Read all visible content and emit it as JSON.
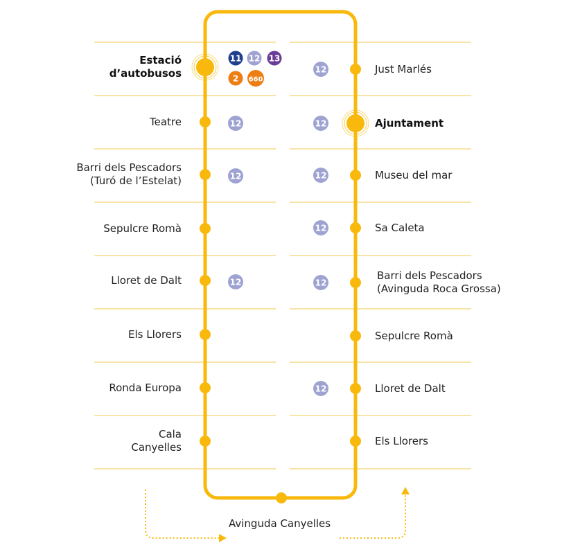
{
  "colors": {
    "route": "#F8B90C",
    "separator": "#F2C94C",
    "badge_11": "#1F3E8F",
    "badge_12": "#9EA3D2",
    "badge_13": "#6B3C97",
    "badge_2": "#EE7D12",
    "badge_660": "#EE7D12"
  },
  "left_stops": [
    {
      "line1": "Estació",
      "line2": "d’autobusos",
      "major": true,
      "lines": [
        "11",
        "12",
        "13",
        "2",
        "660"
      ]
    },
    {
      "line1": "Teatre",
      "line2": "",
      "major": false,
      "lines": [
        "12"
      ]
    },
    {
      "line1": "Barri dels Pescadors",
      "line2": "(Turó de l’Estelat)",
      "major": false,
      "lines": [
        "12"
      ]
    },
    {
      "line1": "Sepulcre Romà",
      "line2": "",
      "major": false,
      "lines": []
    },
    {
      "line1": "Lloret de Dalt",
      "line2": "",
      "major": false,
      "lines": [
        "12"
      ]
    },
    {
      "line1": "Els Llorers",
      "line2": "",
      "major": false,
      "lines": []
    },
    {
      "line1": "Ronda Europa",
      "line2": "",
      "major": false,
      "lines": []
    },
    {
      "line1": "Cala",
      "line2": "Canyelles",
      "major": false,
      "lines": []
    }
  ],
  "right_stops": [
    {
      "line1": "Just Marlés",
      "line2": "",
      "major": false,
      "lines": [
        "12"
      ]
    },
    {
      "line1": "Ajuntament",
      "line2": "",
      "major": true,
      "lines": [
        "12"
      ]
    },
    {
      "line1": "Museu del mar",
      "line2": "",
      "major": false,
      "lines": [
        "12"
      ]
    },
    {
      "line1": "Sa Caleta",
      "line2": "",
      "major": false,
      "lines": [
        "12"
      ]
    },
    {
      "line1": "Barri dels Pescadors",
      "line2": "(Avinguda Roca Grossa)",
      "major": false,
      "lines": [
        "12"
      ]
    },
    {
      "line1": "Sepulcre Romà",
      "line2": "",
      "major": false,
      "lines": []
    },
    {
      "line1": "Lloret de Dalt",
      "line2": "",
      "major": false,
      "lines": [
        "12"
      ]
    },
    {
      "line1": "Els Llorers",
      "line2": "",
      "major": false,
      "lines": []
    }
  ],
  "bottom_stop": {
    "label": "Avinguda Canyelles"
  }
}
